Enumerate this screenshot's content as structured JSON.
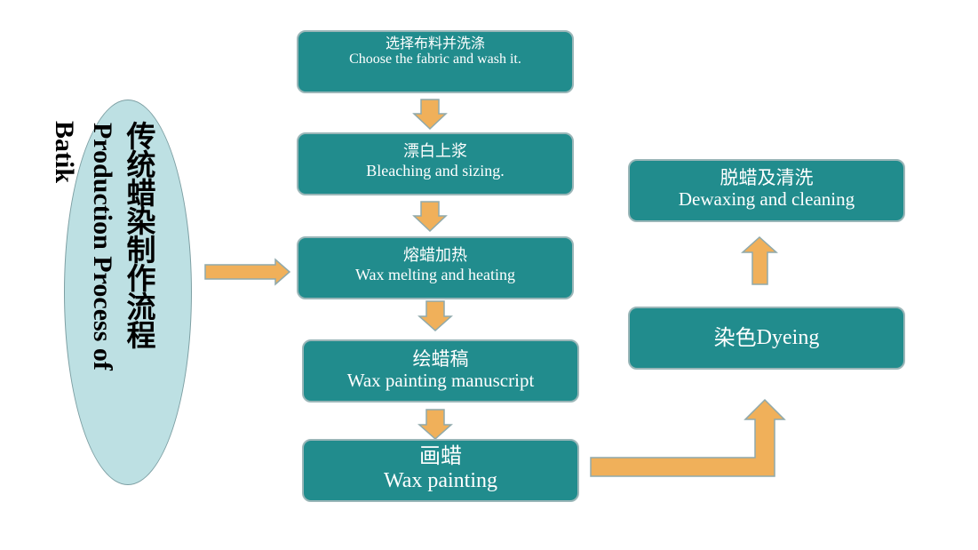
{
  "title": {
    "zh": "传统蜡染制作流程",
    "en_line1": "Production Process of",
    "en_line2": "Batik"
  },
  "colors": {
    "box_fill": "#218c8d",
    "box_border": "#9ab6b8",
    "arrow_fill": "#f0b05a",
    "arrow_stroke": "#8fa9ab",
    "ellipse_fill": "#bde0e3",
    "text_on_box": "#ffffff"
  },
  "steps": [
    {
      "zh": "选择布料并洗涤",
      "en": "Choose the fabric and wash it."
    },
    {
      "zh": "漂白上浆",
      "en": "Bleaching and sizing."
    },
    {
      "zh": "熔蜡加热",
      "en": "Wax melting and heating"
    },
    {
      "zh": "绘蜡稿",
      "en": "Wax painting manuscript"
    },
    {
      "zh": "画蜡",
      "en": "Wax painting"
    },
    {
      "zh": "染色",
      "en": "Dyeing"
    },
    {
      "zh": "脱蜡及清洗",
      "en": "Dewaxing and cleaning"
    }
  ],
  "flow": [
    {
      "from": "title",
      "to": "step-1",
      "direction": "right"
    },
    {
      "from": "step-1",
      "to": "step-2",
      "direction": "down"
    },
    {
      "from": "step-2",
      "to": "step-3",
      "direction": "down"
    },
    {
      "from": "step-3",
      "to": "step-4",
      "direction": "down"
    },
    {
      "from": "step-4",
      "to": "step-5",
      "direction": "down"
    },
    {
      "from": "step-5",
      "to": "step-6",
      "direction": "right-then-up"
    },
    {
      "from": "step-6",
      "to": "step-7",
      "direction": "up"
    }
  ]
}
